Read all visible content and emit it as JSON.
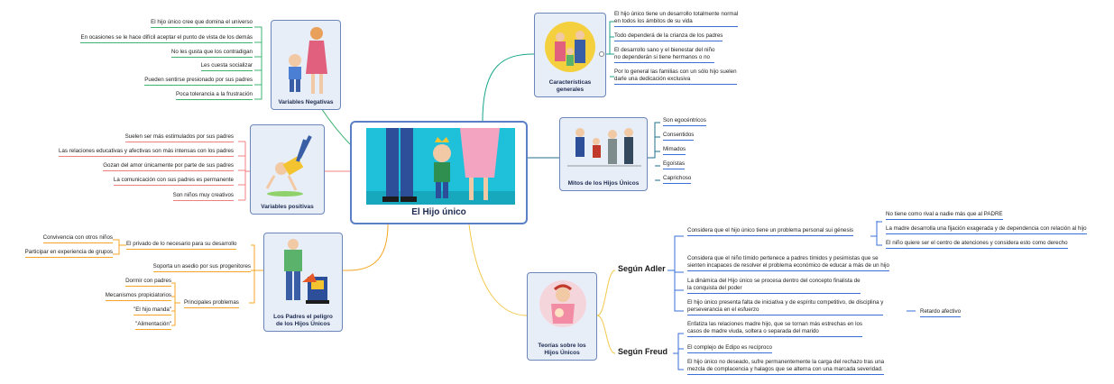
{
  "central": {
    "title": "El Hijo único"
  },
  "variables_negativas": {
    "title": "Variables Negativas",
    "items": [
      "El hijo único cree que domina el universo",
      "En ocasiones se le hace difícil aceptar el punto de vista de los demás",
      "No les gusta que los contradigan",
      "Les cuesta socializar",
      "Pueden sentirse presionado por sus padres",
      "Poca tolerancia a la frustración"
    ]
  },
  "variables_positivas": {
    "title": "Variables positivas",
    "items": [
      "Suelen ser más estimulados por sus padres",
      "Las relaciones educativas y afectivas son más intensas con los padres",
      "Gozan del amor únicamente por parte de sus padres",
      "La comunicación con sus padres es permanente",
      "Son niños muy creativos"
    ]
  },
  "padres_peligro": {
    "title_line1": "Los Padres el peligro",
    "title_line2": "de los Hijos Únicos",
    "privado": "El privado de lo necesario para su desarrollo",
    "privado_children": [
      "Convivencia con otros niños",
      "Participar en experiencia de grupos"
    ],
    "soporta": "Soporta un asedio por sus progenitores",
    "problemas": "Principales problemas",
    "problemas_children": [
      "Dormir con padres",
      "Mecanismos propiciatorios",
      "\"El hijo manda\"",
      "\"Alimentación\""
    ]
  },
  "caracteristicas": {
    "title_line1": "Características",
    "title_line2": "generales",
    "items": [
      [
        "El hijo único tiene un desarrollo totalmente normal",
        "en todos los ámbitos de su vida"
      ],
      [
        "Todo dependerá de la crianza de los padres"
      ],
      [
        "El desarrollo sano y el bienestar del niño",
        "no dependerán si tiene hermanos o no"
      ],
      [
        "Por lo general las familias con un sólo hijo suelen",
        "darle una dedicación exclusiva"
      ]
    ]
  },
  "mitos": {
    "title": "Mitos de los Hijos Únicos",
    "items": [
      "Son egocéntricos",
      "Consentidos",
      "Mimados",
      "Egoístas",
      "Caprichoso"
    ]
  },
  "teorias": {
    "title_line1": "Teorías sobre los",
    "title_line2": "Hijos Únicos",
    "adler": {
      "label": "Según Adler",
      "n1": "Considera que el hijo único tiene un problema personal sui génesis",
      "n1_children": [
        "No tiene como rival a nadie más que al PADRE",
        "La madre desarrolla una fijación exagerada y de dependencia con relación al hijo",
        "El niño quiere ser el centro de atenciones y considera esto como derecho"
      ],
      "n2": [
        "Considera que el niño tímido pertenece a padres tímidos y pesimistas que se",
        "sienten incapaces de resolver el problema económico de educar a más de un hijo"
      ],
      "n3": [
        "La dinámica del Hijo único se procesa dentro del concepto finalista de",
        "la conquista del poder"
      ],
      "n4": [
        "El hijo único presenta  falta de iniciativa y de espíritu competitivo, de disciplina y",
        "perseverancia en el esfuerzo"
      ],
      "n4_child": "Retardo afectivo"
    },
    "freud": {
      "label": "Según Freud",
      "n1": [
        "Enfatiza las relaciones madre hijo, que se tornan más estrechas en los",
        "casos de madre viuda, soltera o separada del marido"
      ],
      "n2": "El complejo de Edipo es recíproco",
      "n3": [
        "El hijo único no deseado, sufre permanentemente la carga del rechazo tras una",
        "mezcla de complacencia y halagos que se  alterna con una marcada severidad."
      ]
    }
  },
  "colors": {
    "negativas": "#3cb371",
    "positivas": "#f08080",
    "padres": "#f5a623",
    "caracteristicas": "#17a589",
    "mitos": "#1f6f8b",
    "teorias": "#f2c94c",
    "underline": "#3a6fd8",
    "card_border": "#6d86b9"
  }
}
